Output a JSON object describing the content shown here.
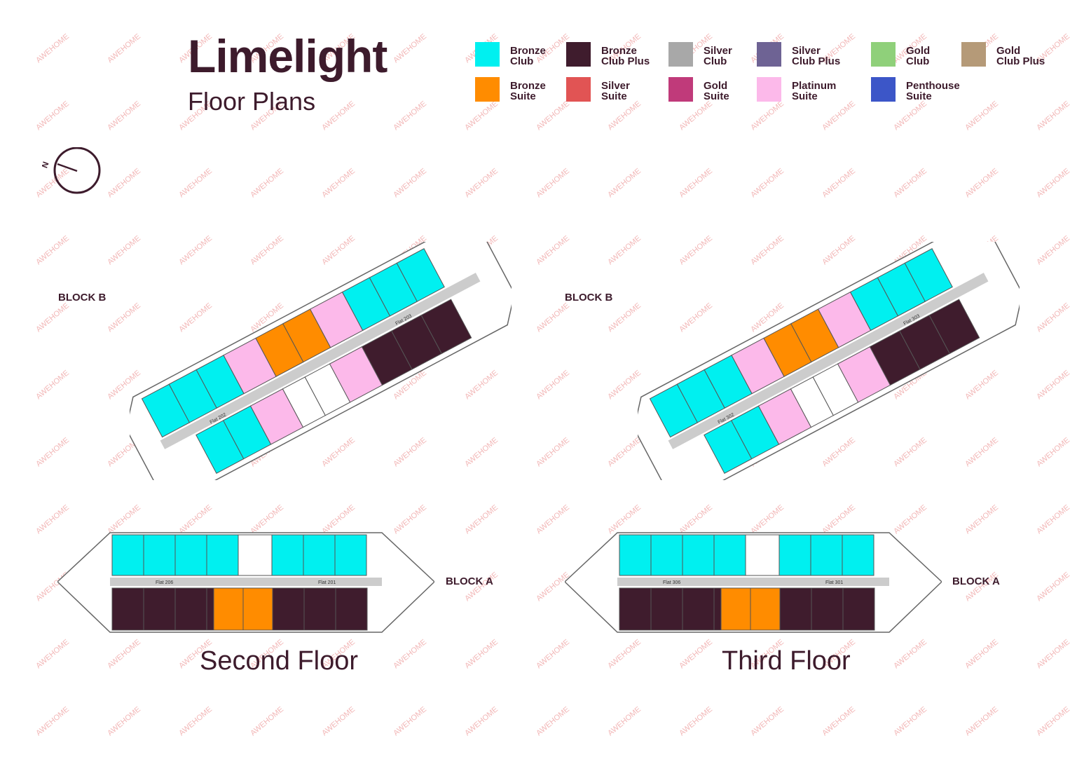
{
  "header": {
    "title": "Limelight",
    "subtitle": "Floor Plans"
  },
  "legend": [
    {
      "label": "Bronze\nClub",
      "color": "#00f0f0"
    },
    {
      "label": "Bronze\nClub Plus",
      "color": "#3f1c2d"
    },
    {
      "label": "Silver\nClub",
      "color": "#a8a8a8"
    },
    {
      "label": "Silver\nClub Plus",
      "color": "#6e6394"
    },
    {
      "label": "Gold\nClub",
      "color": "#8fd07a"
    },
    {
      "label": "Gold\nClub Plus",
      "color": "#b59a78"
    },
    {
      "label": "Bronze\nSuite",
      "color": "#ff8c00"
    },
    {
      "label": "Silver\nSuite",
      "color": "#e15454"
    },
    {
      "label": "Gold\nSuite",
      "color": "#c03a7a"
    },
    {
      "label": "Platinum\nSuite",
      "color": "#fcb9ea"
    },
    {
      "label": "Penthouse\nSuite",
      "color": "#3c56c8"
    }
  ],
  "compass": {
    "label": "N"
  },
  "plans": {
    "second": {
      "block_b": "BLOCK B",
      "block_a": "BLOCK A",
      "caption": "Second Floor",
      "flats_b": [
        "Flat 202",
        "Flat 203"
      ],
      "flats_a": [
        "Flat 206",
        "Flat 201"
      ]
    },
    "third": {
      "block_b": "BLOCK B",
      "block_a": "BLOCK A",
      "caption": "Third Floor",
      "flats_b": [
        "Flat 302",
        "Flat 303"
      ],
      "flats_a": [
        "Flat 306",
        "Flat 301"
      ]
    }
  },
  "watermark": "AWEHOME"
}
